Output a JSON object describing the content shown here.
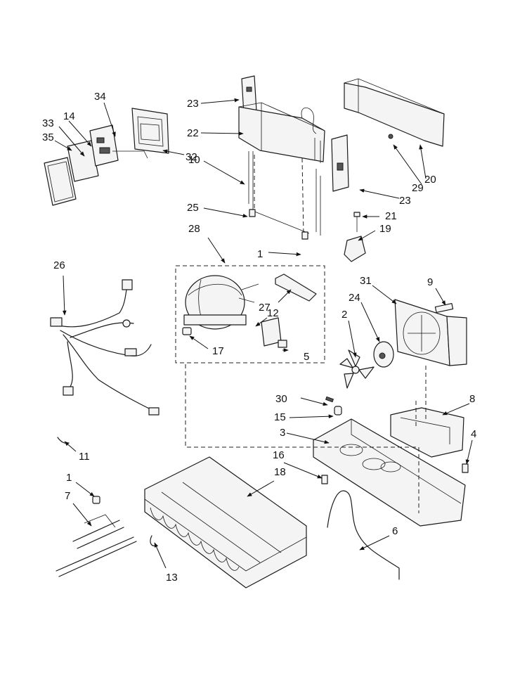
{
  "callouts": [
    {
      "id": "c1a",
      "text": "1"
    },
    {
      "id": "c1b",
      "text": "1"
    },
    {
      "id": "c2",
      "text": "2"
    },
    {
      "id": "c3",
      "text": "3"
    },
    {
      "id": "c4",
      "text": "4"
    },
    {
      "id": "c5",
      "text": "5"
    },
    {
      "id": "c6",
      "text": "6"
    },
    {
      "id": "c7",
      "text": "7"
    },
    {
      "id": "c8",
      "text": "8"
    },
    {
      "id": "c9",
      "text": "9"
    },
    {
      "id": "c10",
      "text": "10"
    },
    {
      "id": "c11",
      "text": "11"
    },
    {
      "id": "c12",
      "text": "12"
    },
    {
      "id": "c13",
      "text": "13"
    },
    {
      "id": "c14",
      "text": "14"
    },
    {
      "id": "c15",
      "text": "15"
    },
    {
      "id": "c16",
      "text": "16"
    },
    {
      "id": "c17",
      "text": "17"
    },
    {
      "id": "c18",
      "text": "18"
    },
    {
      "id": "c19",
      "text": "19"
    },
    {
      "id": "c20",
      "text": "20"
    },
    {
      "id": "c21",
      "text": "21"
    },
    {
      "id": "c22",
      "text": "22"
    },
    {
      "id": "c23a",
      "text": "23"
    },
    {
      "id": "c23b",
      "text": "23"
    },
    {
      "id": "c24",
      "text": "24"
    },
    {
      "id": "c25",
      "text": "25"
    },
    {
      "id": "c26",
      "text": "26"
    },
    {
      "id": "c27",
      "text": "27"
    },
    {
      "id": "c28",
      "text": "28"
    },
    {
      "id": "c29",
      "text": "29"
    },
    {
      "id": "c30",
      "text": "30"
    },
    {
      "id": "c31",
      "text": "31"
    },
    {
      "id": "c32",
      "text": "32"
    },
    {
      "id": "c33",
      "text": "33"
    },
    {
      "id": "c34",
      "text": "34"
    },
    {
      "id": "c35",
      "text": "35"
    }
  ]
}
